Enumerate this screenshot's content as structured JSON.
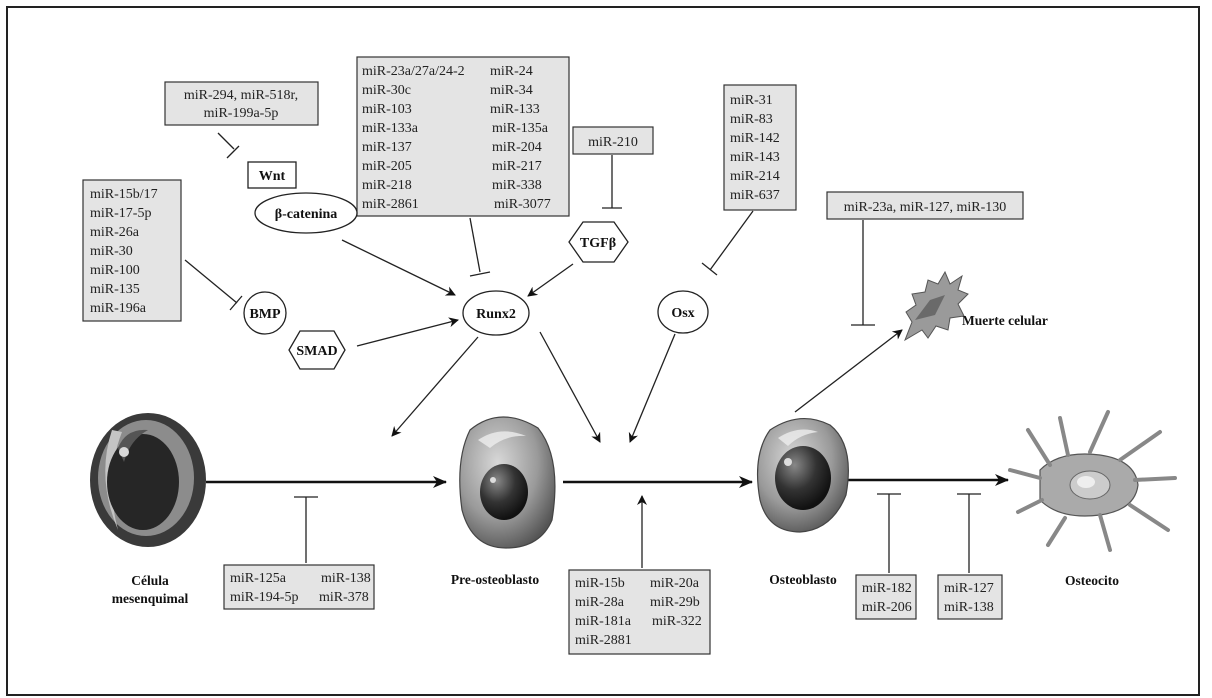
{
  "mirna_boxes": {
    "wnt_box": [
      "miR-294, miR-518r,",
      "miR-199a-5p"
    ],
    "bmp_box": [
      "miR-15b/17",
      "miR-17-5p",
      "miR-26a",
      "miR-30",
      "miR-100",
      "miR-135",
      "miR-196a"
    ],
    "runx2_box_left": [
      "miR-23a/27a/24-2",
      "miR-30c",
      "miR-103",
      "miR-133a",
      "miR-137",
      "miR-205",
      "miR-218",
      "miR-2861"
    ],
    "runx2_box_right": [
      "miR-24",
      "miR-34",
      "miR-133",
      "miR-135a",
      "miR-204",
      "miR-217",
      "miR-338",
      "miR-3077"
    ],
    "tgfb_box": [
      "miR-210"
    ],
    "osx_box": [
      "miR-31",
      "miR-83",
      "miR-142",
      "miR-143",
      "miR-214",
      "miR-637"
    ],
    "death_box": [
      "miR-23a, miR-127, miR-130"
    ],
    "mesen_box_left": [
      "miR-125a",
      "miR-194-5p"
    ],
    "mesen_box_right": [
      "miR-138",
      "miR-378"
    ],
    "preost_box_left": [
      "miR-15b",
      "miR-28a",
      "miR-181a",
      "miR-2881"
    ],
    "preost_box_right": [
      "miR-20a",
      "miR-29b",
      "miR-322"
    ],
    "ost_box1": [
      "miR-182",
      "miR-206"
    ],
    "ost_box2": [
      "miR-127",
      "miR-138"
    ]
  },
  "nodes": {
    "wnt": "Wnt",
    "beta_catenina": "β-catenina",
    "bmp": "BMP",
    "smad": "SMAD",
    "runx2": "Runx2",
    "tgfb": "TGFβ",
    "osx": "Osx"
  },
  "cells": {
    "mesenquimal_line1": "Célula",
    "mesenquimal_line2": "mesenquimal",
    "preosteoblasto": "Pre-osteoblasto",
    "osteoblasto": "Osteoblasto",
    "osteocito": "Osteocito",
    "muerte_celular": "Muerte celular"
  }
}
